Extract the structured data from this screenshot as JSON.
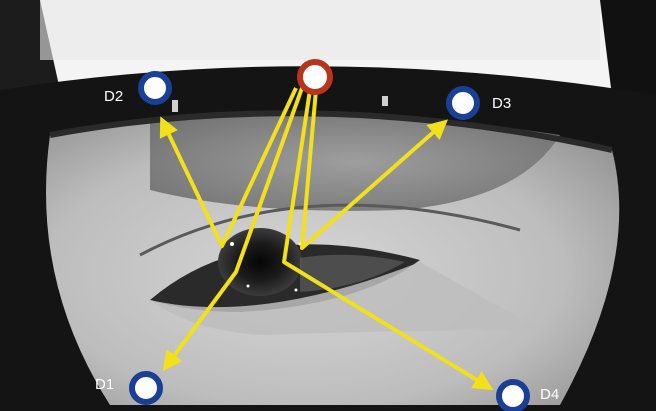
{
  "markers": {
    "source": {
      "name": "source-marker",
      "color": "#b8341c"
    },
    "detectors": [
      {
        "id": "d1",
        "label": "D1"
      },
      {
        "id": "d2",
        "label": "D2"
      },
      {
        "id": "d3",
        "label": "D3"
      },
      {
        "id": "d4",
        "label": "D4"
      }
    ],
    "detector_ring_color": "#1a3f96"
  },
  "colors": {
    "ray": "#f2e01a",
    "frame": "#141414",
    "skin": "#c9c9c9",
    "background": "#f3f3f3"
  }
}
